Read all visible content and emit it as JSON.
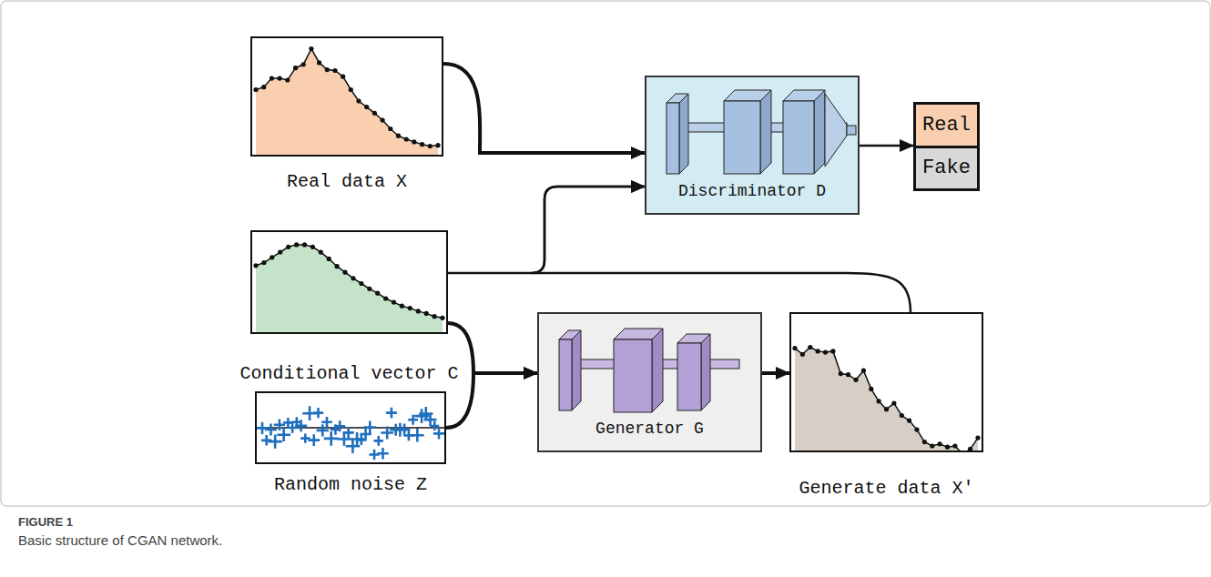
{
  "diagram": {
    "caption": "Basic structure of CGAN network.",
    "nodes": [
      {
        "text": [
          "Real data X"
        ]
      },
      {
        "text": [
          "Conditional vector C"
        ]
      },
      {
        "text": [
          "Random noise Z"
        ]
      },
      {
        "text": [
          "Discriminator D"
        ]
      },
      {
        "text": [
          "Real",
          "Fake"
        ]
      },
      {
        "text": [
          "Generator G"
        ]
      },
      {
        "text": [
          "Generate data X'"
        ]
      }
    ],
    "edges": [
      {
        "from": 0,
        "to": 3,
        "arrow": "to"
      },
      {
        "from": 1,
        "to": 3,
        "arrow": "to"
      },
      {
        "from": 6,
        "to": 3,
        "arrow": "to"
      },
      {
        "from": 1,
        "to": 5,
        "arrow": "to"
      },
      {
        "from": 2,
        "to": 5,
        "arrow": "to"
      },
      {
        "from": 5,
        "to": 6,
        "arrow": "to"
      },
      {
        "from": 3,
        "to": 4,
        "arrow": "to"
      }
    ],
    "labels": [
      "FIGURE 1"
    ]
  }
}
